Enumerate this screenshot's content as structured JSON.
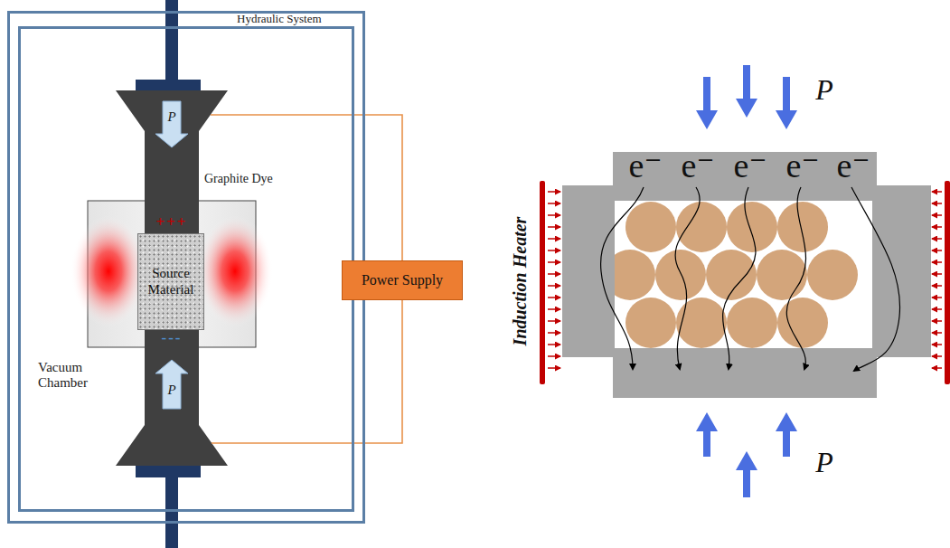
{
  "diagram": {
    "nodes": [
      {
        "text": [
          "Hydraulic System"
        ]
      },
      {
        "text": [
          "Vacuum Chamber"
        ],
        "in": 0
      },
      {
        "text": [
          "Graphite Dye"
        ],
        "in": 1
      },
      {
        "text": [
          "Source Material"
        ],
        "in": 2
      },
      {
        "text": [
          "Power Supply"
        ]
      }
    ],
    "labels": [
      "P",
      "+++",
      "---",
      "P",
      "e⁻",
      "e⁻",
      "e⁻",
      "e⁻",
      "e⁻",
      "Induction Heater",
      "P",
      "P"
    ]
  }
}
